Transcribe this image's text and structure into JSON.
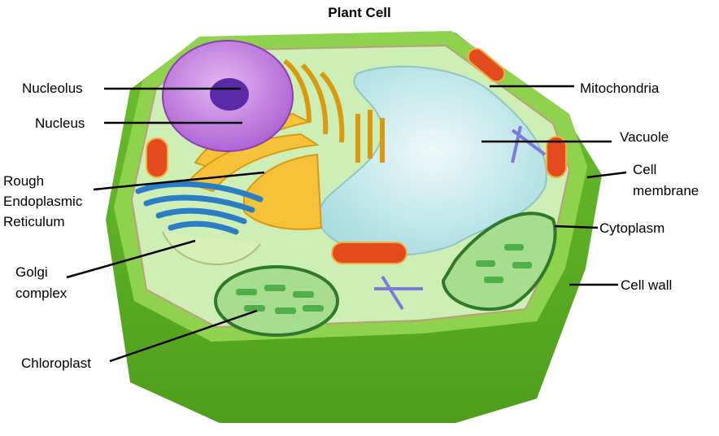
{
  "title": "Plant Cell",
  "labels": {
    "nucleolus": "Nucleolus",
    "nucleus": "Nucleus",
    "rer_line1": "Rough",
    "rer_line2": "Endoplasmic",
    "rer_line3": "Reticulum",
    "golgi_line1": "Golgi",
    "golgi_line2": "complex",
    "chloroplast": "Chloroplast",
    "mitochondria": "Mitochondria",
    "vacuole": "Vacuole",
    "membrane_line1": "Cell",
    "membrane_line2": "membrane",
    "cytoplasm": "Cytoplasm",
    "cell_wall": "Cell wall"
  },
  "colors": {
    "cell_wall": "#7ec83a",
    "cytoplasm": "#c8eaa8",
    "nucleus": "#b66ad6",
    "nucleolus": "#5a2aa8",
    "er": "#f2b820",
    "golgi": "#2a7ec6",
    "vacuole": "#bfe6ea",
    "mitochondria": "#e03a1a",
    "chloroplast": "#4fb04a"
  }
}
